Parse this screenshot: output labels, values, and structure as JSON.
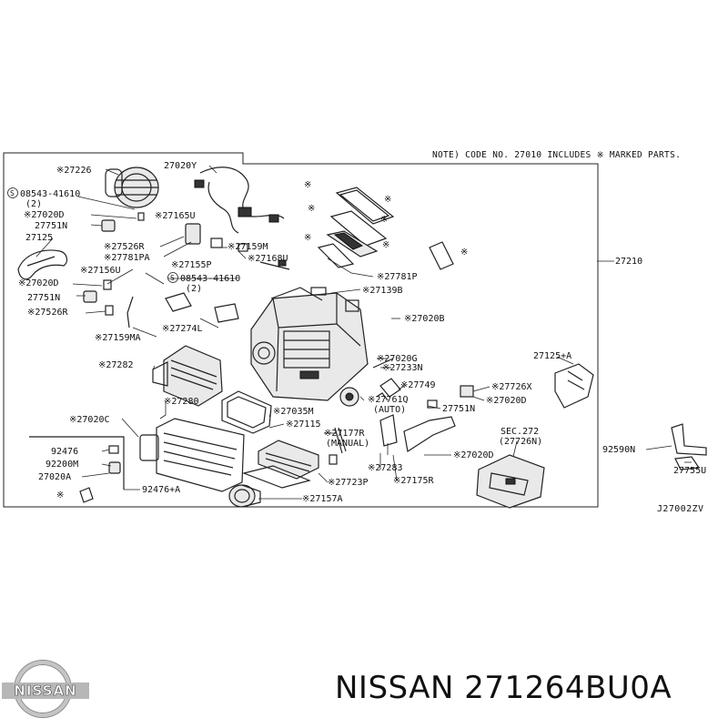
{
  "diagram": {
    "note": "NOTE) CODE NO. 27010 INCLUDES ※ MARKED PARTS.",
    "diagram_code": "J27002ZV",
    "labels": {
      "l27226": "※27226",
      "l27020y": "27020Y",
      "l08543a": "08543-41610",
      "l08543a_qty": "(2)",
      "l27020d_1": "※27020D",
      "l27165u": "※27165U",
      "l27751n_1": "27751N",
      "l27125": "27125",
      "l27526r_1": "※27526R",
      "l27781pa": "※27781PA",
      "l27155p": "※27155P",
      "l27159m": "※27159M",
      "l27168u": "※27168U",
      "l27156u": "※27156U",
      "l08543b": "08543-41610",
      "l08543b_qty": "(2)",
      "l27020d_2": "※27020D",
      "l27751n_2": "27751N",
      "l27526r_2": "※27526R",
      "l27781p": "※27781P",
      "l27139b": "※27139B",
      "l27210": "27210",
      "l27020b": "※27020B",
      "l27159ma": "※27159MA",
      "l27274l": "※27274L",
      "l27125a": "27125+A",
      "l27282": "※27282",
      "l27020g": "※27020G",
      "l27233n": "※27233N",
      "l27749": "※27749",
      "l27726x": "※27726X",
      "l27761q": "※27761Q",
      "l27761q_sub": "(AUTO)",
      "l27020d_3": "※27020D",
      "l27280": "※27280",
      "l27035m": "※27035M",
      "l27751n_3": "27751N",
      "l27020c": "※27020C",
      "l27115": "※27115",
      "l27177r": "※27177R",
      "l27177r_sub": "(MANUAL)",
      "l27283": "※27283",
      "l27020d_4": "※27020D",
      "l27175r": "※27175R",
      "l92476": "92476",
      "l92200m": "92200M",
      "l27020a": "27020A",
      "l92476a": "92476+A",
      "l27723p": "※27723P",
      "l27157a": "※27157A",
      "lsec": "SEC.272",
      "lsec_sub": "(27726N)",
      "l92590n": "92590N",
      "l27755u": "27755U",
      "lmark": "※"
    }
  },
  "brand": {
    "logo_text": "NISSAN",
    "caption": "NISSAN 271264BU0A"
  }
}
